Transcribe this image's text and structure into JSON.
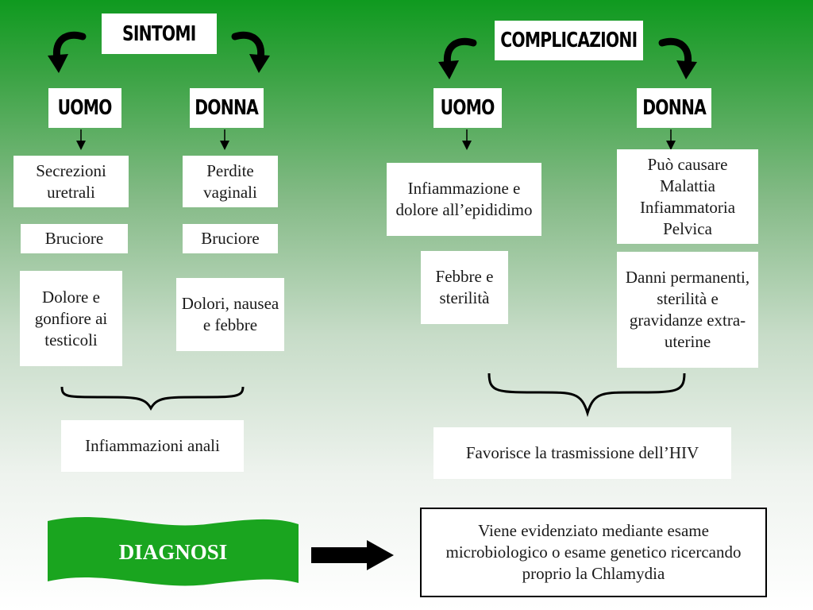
{
  "sintomi": {
    "title": "SINTOMI",
    "uomo": {
      "label": "UOMO",
      "items": [
        "Secrezioni uretrali",
        "Bruciore",
        "Dolore e gonfiore ai testicoli"
      ]
    },
    "donna": {
      "label": "DONNA",
      "items": [
        "Perdite vaginali",
        "Bruciore",
        "Dolori, nausea e febbre"
      ]
    },
    "common": "Infiammazioni anali"
  },
  "complicazioni": {
    "title": "COMPLICAZIONI",
    "uomo": {
      "label": "UOMO",
      "items": [
        "Infiammazione e dolore all’epididimo",
        "Febbre e sterilità"
      ]
    },
    "donna": {
      "label": "DONNA",
      "items": [
        "Può causare Malattia Infiammatoria Pelvica",
        "Danni permanenti, sterilità e gravidanze extra-uterine"
      ]
    },
    "common": "Favorisce la trasmissione dell’HIV"
  },
  "diagnosi": {
    "label": "DIAGNOSI",
    "text": "Viene evidenziato mediante esame microbiologico o esame genetico ricercando proprio la Chlamydia"
  },
  "colors": {
    "banner_green": "#1aa51f",
    "top_green": "#0f9a1f"
  }
}
